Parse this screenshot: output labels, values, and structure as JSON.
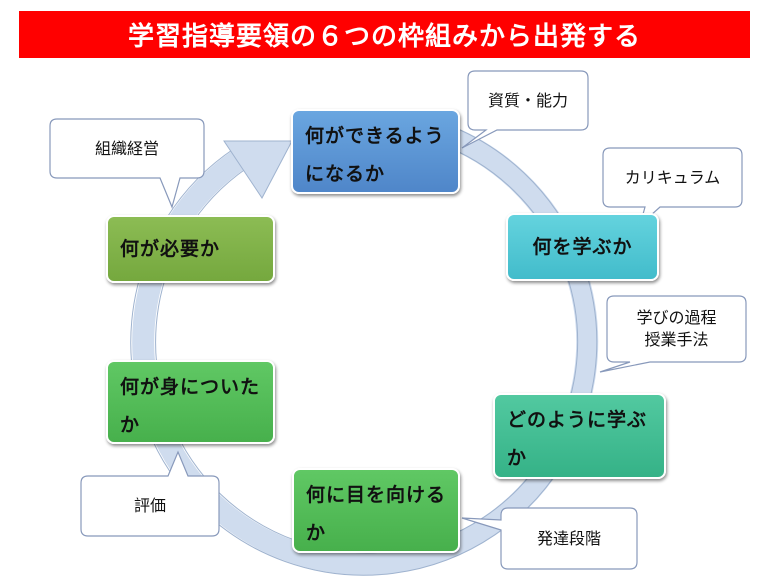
{
  "title": "学習指導要領の６つの枠組みから出発する",
  "nodes": {
    "can_do": "何ができるようになるか",
    "what_learn": "何を学ぶか",
    "how_learn": "どのように学ぶか",
    "what_look": "何に目を向けるか",
    "acquired": "何が身についたか",
    "what_needed": "何が必要か"
  },
  "callouts": {
    "competence": "資質・能力",
    "curriculum": "カリキュラム",
    "process_line1": "学びの過程",
    "process_line2": "授業手法",
    "development": "発達段階",
    "evaluation": "評価",
    "management": "組織経営"
  },
  "colors": {
    "title_bg": "#ff0000",
    "ring": "#cfdcee",
    "node_blue": "#5b95d6",
    "node_cyan": "#4cc6d4",
    "node_teal": "#3fbd92",
    "node_green": "#50b955",
    "node_olive": "#7fb247"
  }
}
